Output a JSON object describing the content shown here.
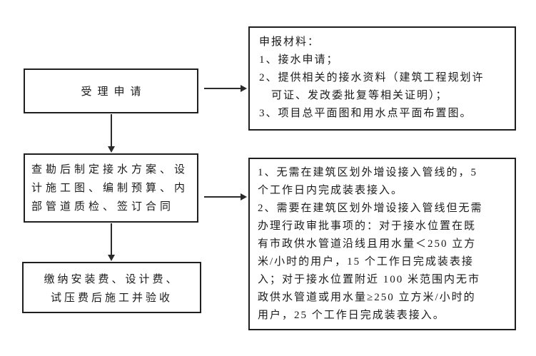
{
  "colors": {
    "background": "#ffffff",
    "border": "#1f1f1f",
    "text": "#1a1a1a",
    "line": "#2a2a2a"
  },
  "flowchart": {
    "left_boxes": [
      {
        "name": "accept-application",
        "lines": [
          "受理申请"
        ]
      },
      {
        "name": "survey-and-design",
        "lines": [
          "查勘后制定接水方案、设",
          "计施工图、编制预算、内",
          "部管道质检、签订合同"
        ]
      },
      {
        "name": "pay-fees-construct-accept",
        "lines": [
          "缴纳安装费、设计费、",
          "试压费后施工并验收"
        ]
      }
    ],
    "right_boxes": [
      {
        "name": "application-materials",
        "lines": [
          "申报材料：",
          "1、接水申请；",
          "2、提供相关的接水资料（建筑工程规划许",
          "可证、发改委批复等相关证明）；",
          "3、项目总平面图和用水点平面布置图。"
        ]
      },
      {
        "name": "installation-timelines",
        "lines": [
          "1、无需在建筑区划外增设接入管线的，5",
          "个工作日内完成装表接入。",
          "2、需要在建筑区划外增设接入管线但无需",
          "办理行政审批事项的：对于接水位置在既",
          "有市政供水管道沿线且用水量＜250 立方",
          "米/小时的用户，15 个工作日完成装表接",
          "入；对于接水位置附近 100 米范围内无市",
          "政供水管道或用水量≥250 立方米/小时的",
          "用户，25 个工作日完成装表接入。"
        ]
      }
    ],
    "connectors": [
      {
        "name": "accept-to-materials",
        "type": "horizontal-arrow"
      },
      {
        "name": "accept-to-survey",
        "type": "vertical-arrow"
      },
      {
        "name": "survey-to-timelines",
        "type": "horizontal-arrow"
      },
      {
        "name": "survey-to-pay",
        "type": "vertical-arrow"
      }
    ]
  }
}
